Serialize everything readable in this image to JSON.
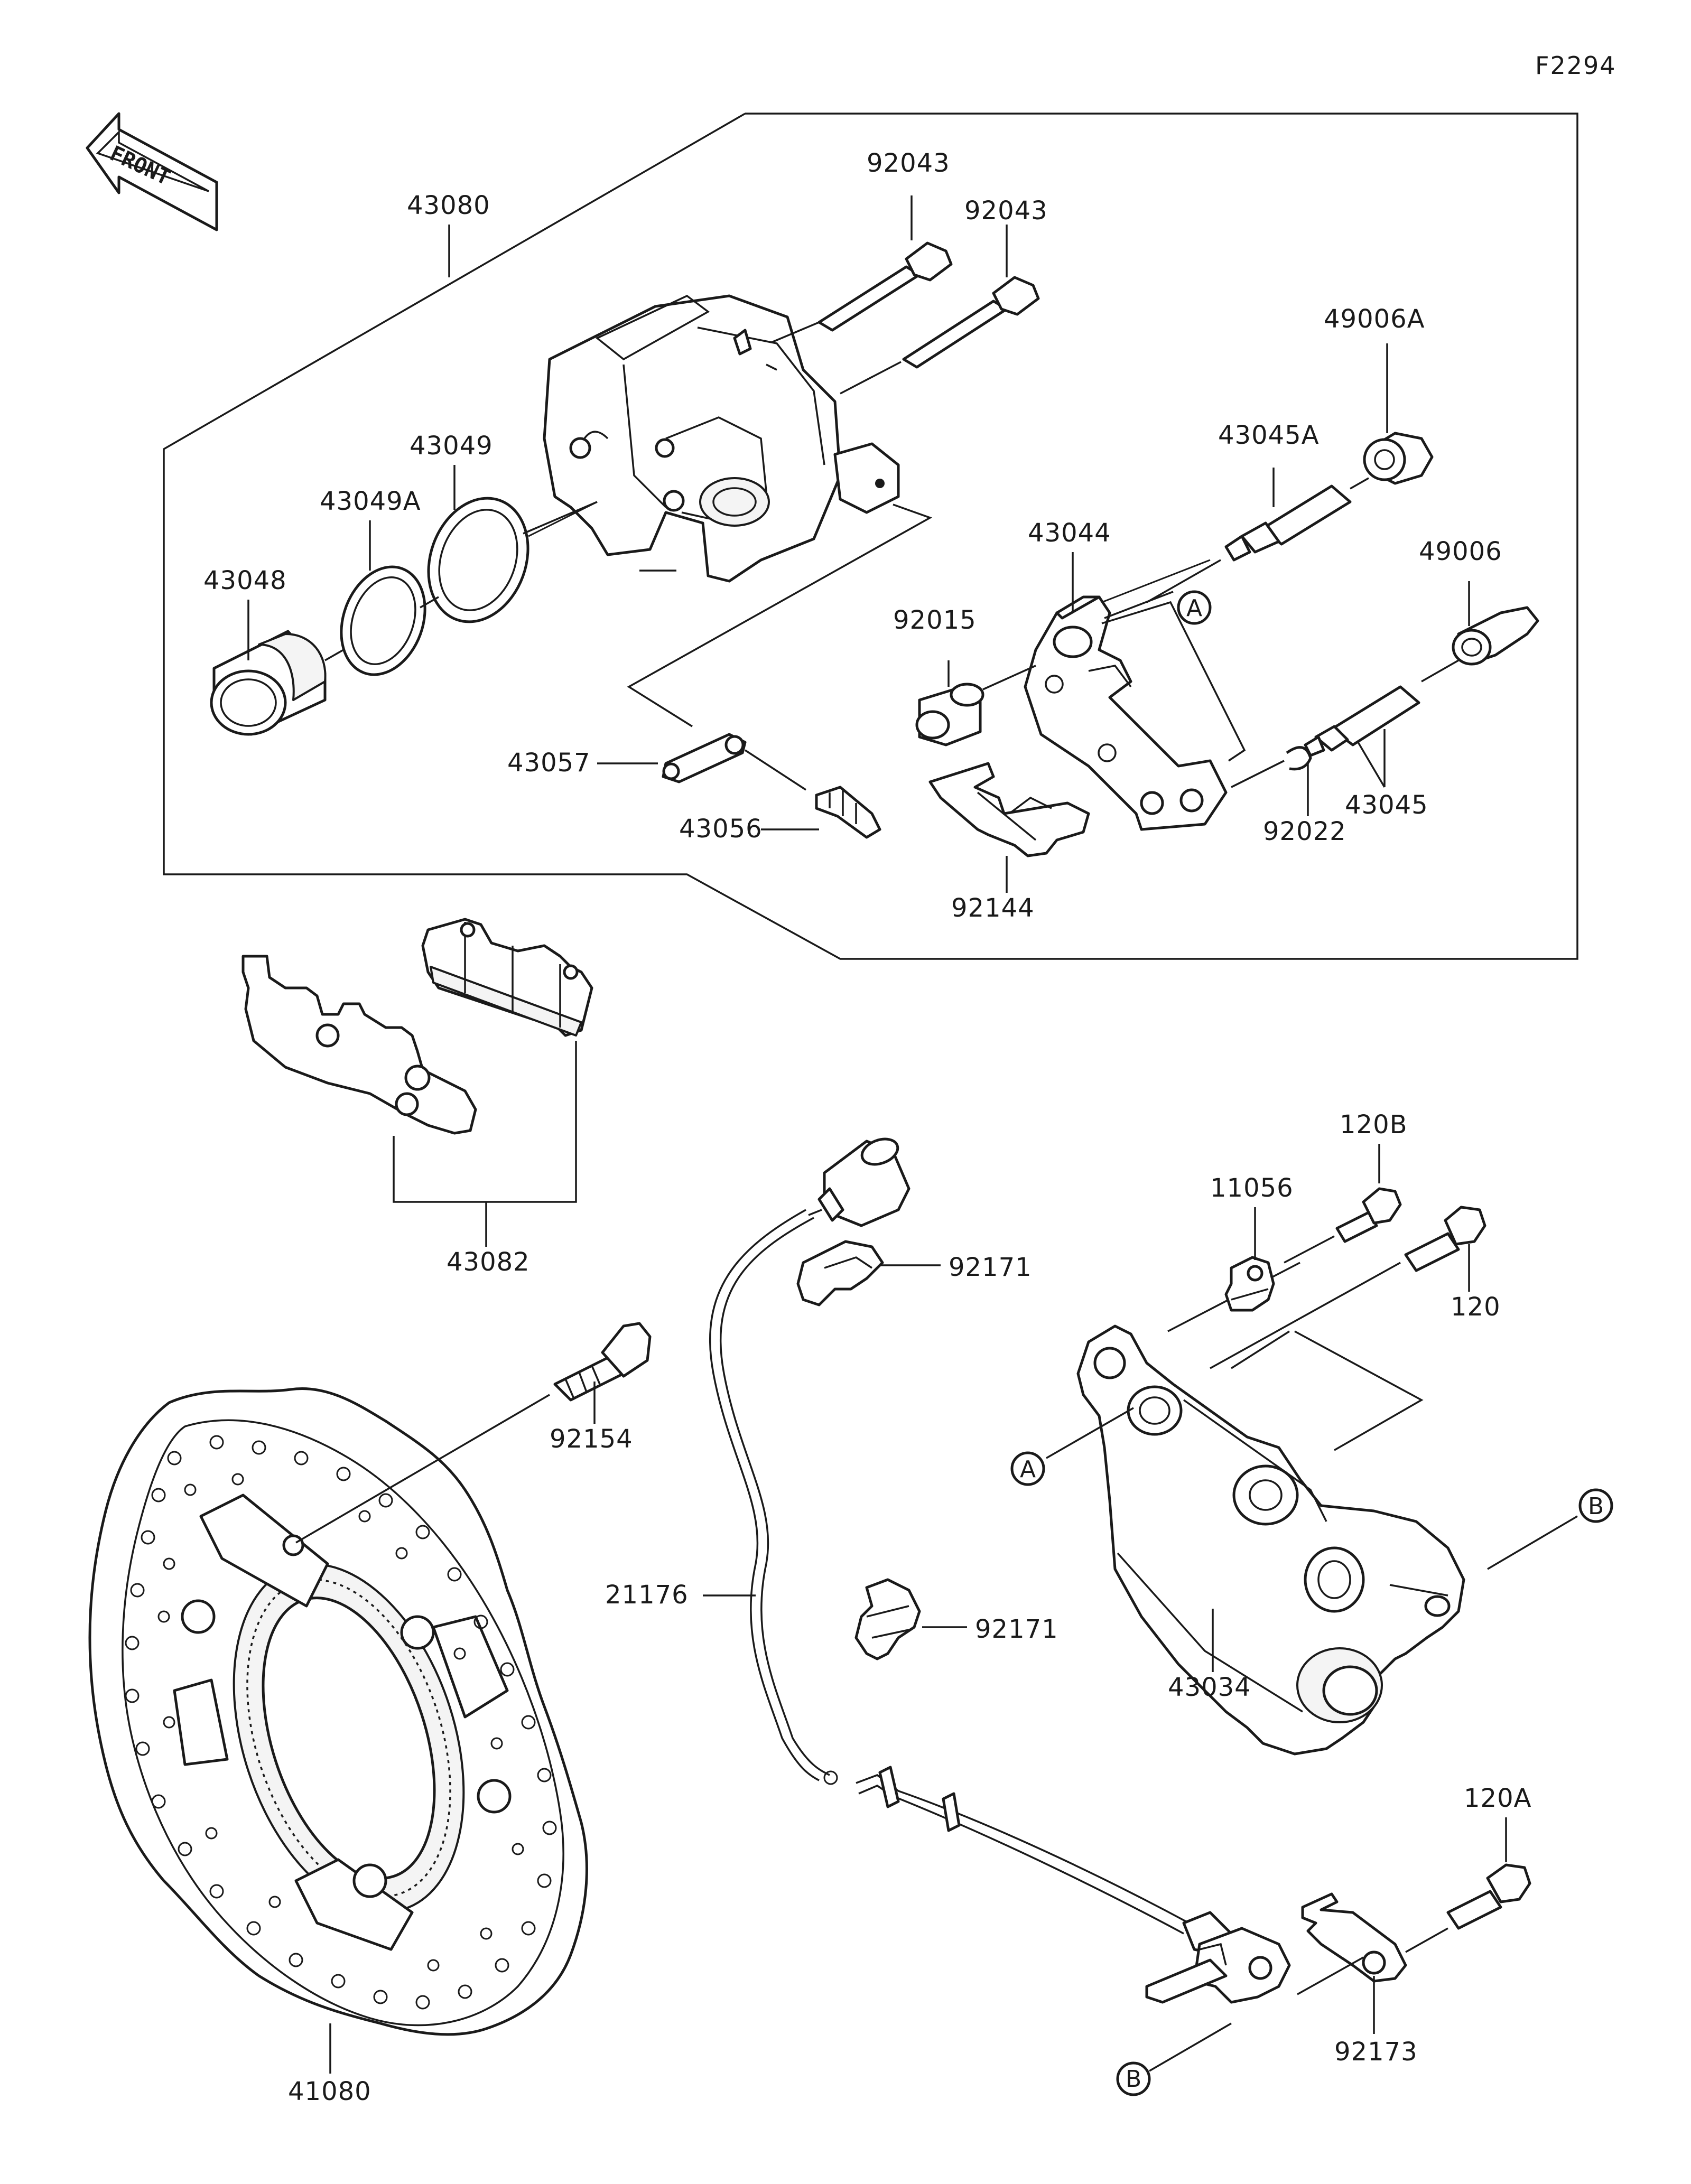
{
  "figure_code": "F2294",
  "direction_label": "FRONT",
  "callouts": {
    "a": "A",
    "b": "B"
  },
  "parts": {
    "p43080": "43080",
    "p92043_1": "92043",
    "p92043_2": "92043",
    "p49006A": "49006A",
    "p43045A": "43045A",
    "p43049": "43049",
    "p43049A": "43049A",
    "p43048": "43048",
    "p43044": "43044",
    "p49006": "49006",
    "p92015": "92015",
    "p43057": "43057",
    "p43056": "43056",
    "p92144": "92144",
    "p92022": "92022",
    "p43045": "43045",
    "p43082": "43082",
    "p120B": "120B",
    "p11056": "11056",
    "p92171_1": "92171",
    "p120": "120",
    "p92154": "92154",
    "p21176": "21176",
    "p92171_2": "92171",
    "p43034": "43034",
    "p120A": "120A",
    "p92173": "92173",
    "p41080": "41080"
  }
}
